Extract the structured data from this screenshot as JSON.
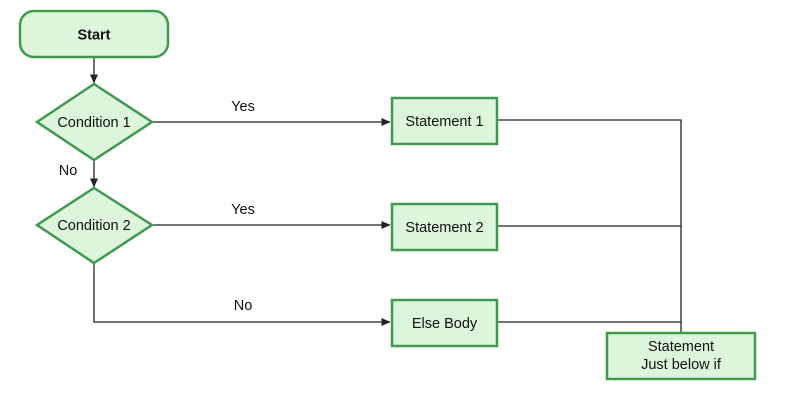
{
  "flowchart": {
    "nodes": {
      "start": "Start",
      "condition1": "Condition 1",
      "condition2": "Condition 2",
      "statement1": "Statement 1",
      "statement2": "Statement 2",
      "else_body": "Else Body",
      "after_if_line1": "Statement",
      "after_if_line2": "Just below if"
    },
    "edge_labels": {
      "c1_yes": "Yes",
      "c1_no": "No",
      "c2_yes": "Yes",
      "c2_no": "No"
    },
    "colors": {
      "node_fill": "#ddf5da",
      "node_border": "#3f9a4f",
      "connector": "#222222"
    }
  }
}
